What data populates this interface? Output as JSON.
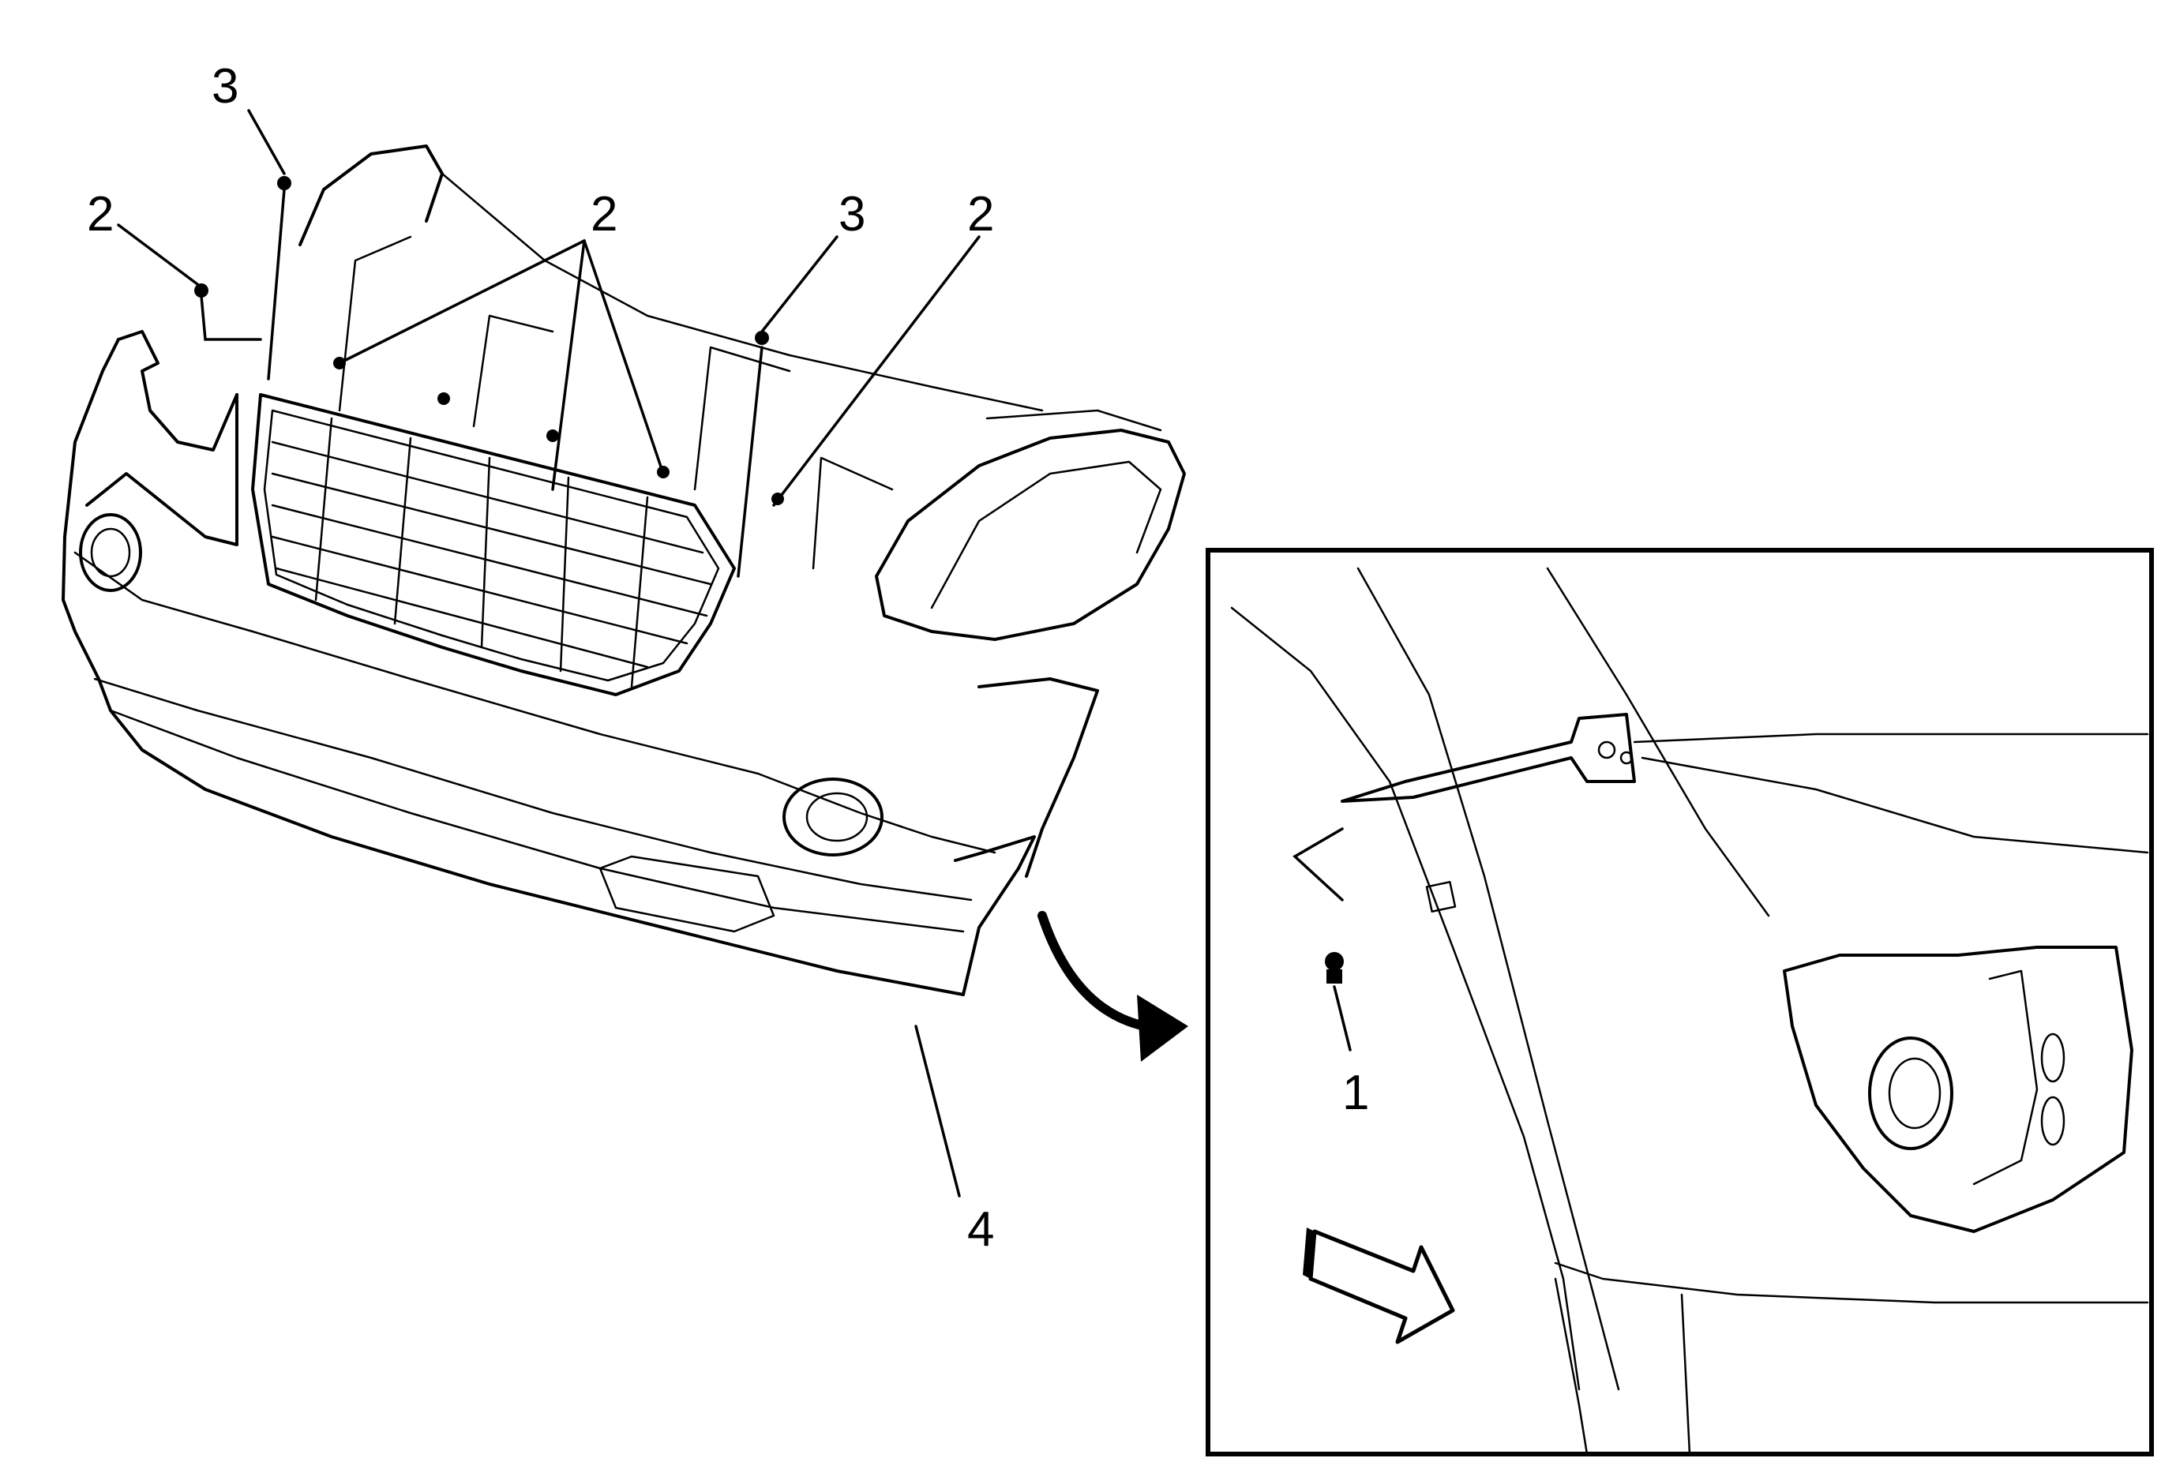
{
  "callouts": {
    "c1": "1",
    "c2a": "2",
    "c2b": "2",
    "c2c": "2",
    "c3a": "3",
    "c3b": "3",
    "c4": "4"
  },
  "colors": {
    "line": "#000000",
    "background": "#ffffff"
  },
  "icons": {
    "direction_arrow": "forward-direction-arrow-icon",
    "detail_arrow": "curved-arrow-icon"
  }
}
